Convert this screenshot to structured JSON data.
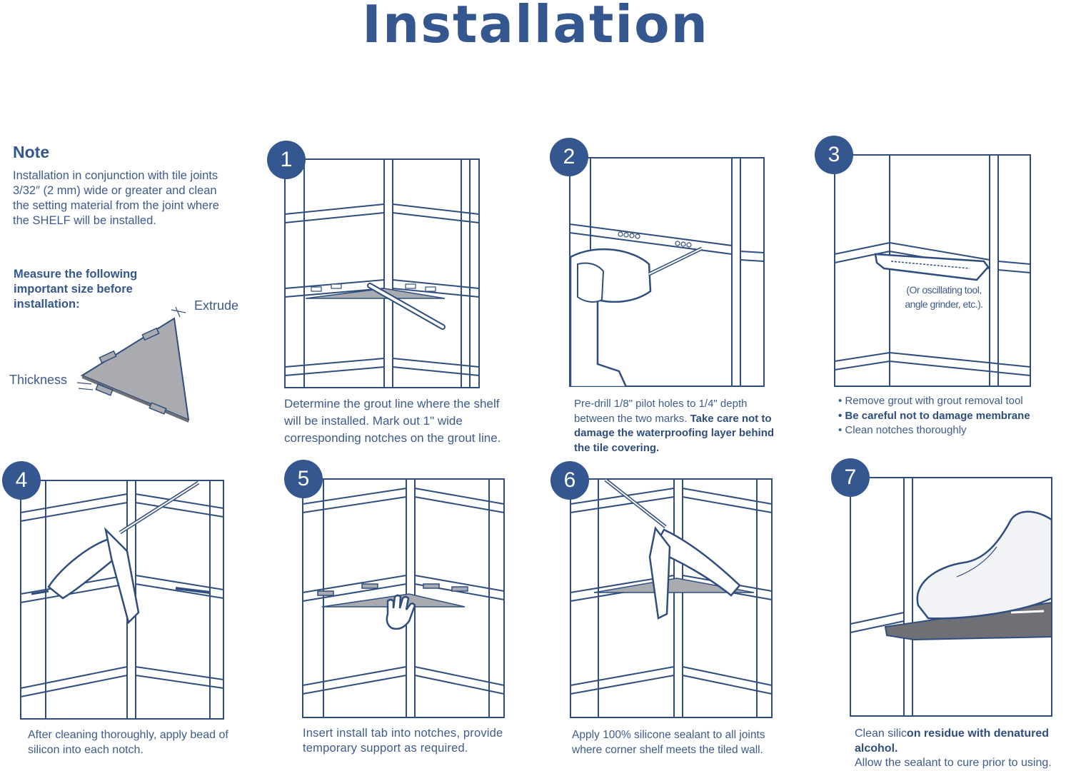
{
  "title": "Installation",
  "note": {
    "heading": "Note",
    "body": "Installation in conjunction with tile joints 3/32″ (2 mm) wide or greater and clean the setting material from the joint where the SHELF will be installed.",
    "measure": "Measure the following important size before installation:",
    "extrude_label": "Extrude",
    "thickness_label": "Thickness"
  },
  "steps": [
    {
      "number": "1",
      "caption": "Determine the grout line where the shelf will be installed. Mark out 1\" wide corresponding notches on the grout line."
    },
    {
      "number": "2",
      "caption_plain": "Pre-drill 1/8\" pilot holes to 1/4\" depth between the two marks. ",
      "caption_bold": "Take care not to damage the waterproofing layer behind the tile covering."
    },
    {
      "number": "3",
      "tool_note": "(Or oscillating tool, angle grinder, etc.).",
      "bullets": [
        "Remove grout with grout removal tool",
        "Be careful not to damage membrane",
        "Clean notches thoroughly"
      ]
    },
    {
      "number": "4",
      "caption": "After cleaning thoroughly, apply bead of silicon into each notch."
    },
    {
      "number": "5",
      "caption": "Insert install tab into notches, provide temporary support as required."
    },
    {
      "number": "6",
      "caption": "Apply 100% silicone sealant to all joints where corner shelf meets the tiled wall."
    },
    {
      "number": "7",
      "caption_plain": "Clean silic",
      "caption_bold": "on residue with denatured alcohol.",
      "caption_line2": "Allow the sealant to cure prior to using."
    }
  ],
  "colors": {
    "brand": "#34578f",
    "line": "#2f4e7d",
    "shelf": "#a9abb0"
  }
}
